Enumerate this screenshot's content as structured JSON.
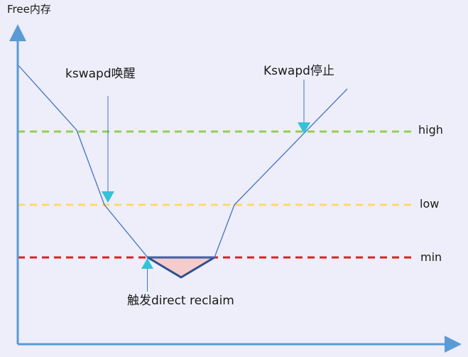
{
  "labels": {
    "y_axis_title": "Free内存",
    "kswapd_wake": "kswapd唤醒",
    "kswapd_stop": "Kswapd停止",
    "direct_reclaim": "触发direct reclaim",
    "high": "high",
    "low": "low",
    "min": "min"
  },
  "colors": {
    "background": "#edeef9",
    "axis": "#5b9bd5",
    "curve": "#4472c4",
    "high_line": "#92d050",
    "low_line": "#ffd966",
    "min_line": "#e02020",
    "marker_arrow": "#33c3d8",
    "reclaim_fill": "#f4cccc",
    "reclaim_stroke": "#2f4f8f"
  }
}
